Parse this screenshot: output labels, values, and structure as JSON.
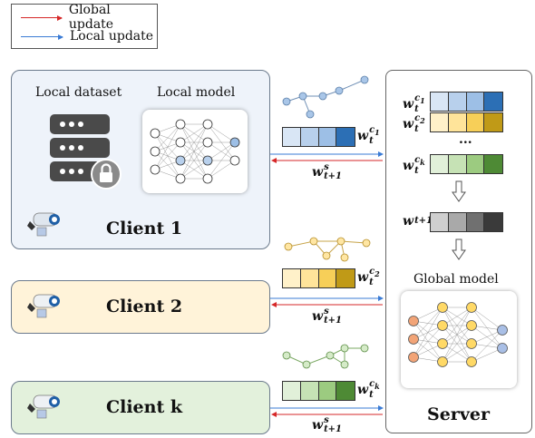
{
  "legend": {
    "global_label": "Global update",
    "local_label": "Local update",
    "global_color": "#d62728",
    "local_color": "#3a7bd5"
  },
  "clients": [
    {
      "title": "Client 1",
      "dataset_label": "Local dataset",
      "model_label": "Local model",
      "weight_label": "w_t^{c_1}",
      "receive_label": "w_{t+1}^s",
      "bg": "#eef3fa",
      "bar_colors": [
        "#d9e6f5",
        "#b8d0ec",
        "#9dbfe6",
        "#2c6fb5"
      ]
    },
    {
      "title": "Client 2",
      "weight_label": "w_t^{c_2}",
      "receive_label": "w_{t+1}^s",
      "bg": "#fff3d9",
      "bar_colors": [
        "#fff1c9",
        "#ffe49a",
        "#f7cf58",
        "#c09a17"
      ]
    },
    {
      "title": "Client k",
      "weight_label": "w_t^{c_k}",
      "receive_label": "w_{t+1}^s",
      "bg": "#e3f1dc",
      "bar_colors": [
        "#e1f0d9",
        "#c6e2b5",
        "#9ccb80",
        "#4e8a35"
      ]
    }
  ],
  "server": {
    "title": "Server",
    "global_model_label": "Global model",
    "ellipsis": "...",
    "weights": [
      {
        "label": "w_t^{c_1}",
        "colors": [
          "#d9e6f5",
          "#b8d0ec",
          "#9dbfe6",
          "#2c6fb5"
        ]
      },
      {
        "label": "w_t^{c_2}",
        "colors": [
          "#fff1c9",
          "#ffe49a",
          "#f7cf58",
          "#c09a17"
        ]
      },
      {
        "label": "w_t^{c_k}",
        "colors": [
          "#e1f0d9",
          "#c6e2b5",
          "#9ccb80",
          "#4e8a35"
        ]
      }
    ],
    "aggregate": {
      "label": "w_{t+1}",
      "colors": [
        "#cfcfcf",
        "#a9a9a9",
        "#707070",
        "#3a3a3a"
      ]
    }
  }
}
